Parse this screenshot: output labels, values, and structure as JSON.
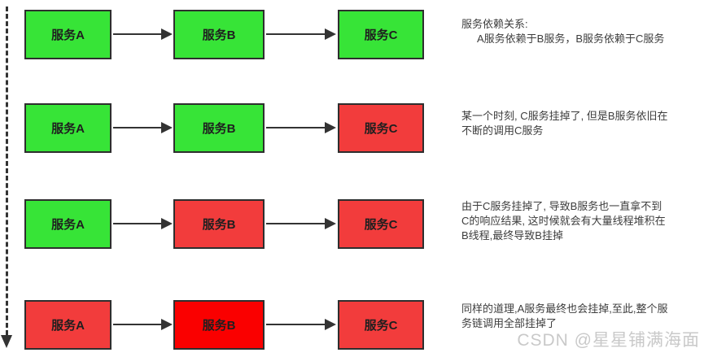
{
  "diagram": {
    "title_semantic": "service-dependency-avalanche",
    "colors": {
      "green": "#37e437",
      "red": "#f23c3c",
      "bright_red": "#fa0000",
      "border": "#2e2e2e",
      "arrow": "#333333",
      "text": "#3d3d3d",
      "watermark": "#c9c9c9"
    },
    "icons": {
      "timeline": "down-dashed-arrow-icon",
      "connector": "right-arrow-icon"
    },
    "rows": [
      {
        "boxes": [
          {
            "label": "服务A",
            "state": "up"
          },
          {
            "label": "服务B",
            "state": "up"
          },
          {
            "label": "服务C",
            "state": "up"
          }
        ],
        "lines": [
          "服务依赖关系:",
          "A服务依赖于B服务，B服务依赖于C服务"
        ]
      },
      {
        "boxes": [
          {
            "label": "服务A",
            "state": "up"
          },
          {
            "label": "服务B",
            "state": "up"
          },
          {
            "label": "服务C",
            "state": "down"
          }
        ],
        "lines": [
          "某一个时刻, C服务挂掉了, 但是B服务依旧在",
          "不断的调用C服务"
        ]
      },
      {
        "boxes": [
          {
            "label": "服务A",
            "state": "up"
          },
          {
            "label": "服务B",
            "state": "down"
          },
          {
            "label": "服务C",
            "state": "down"
          }
        ],
        "lines": [
          "由于C服务挂掉了, 导致B服务也一直拿不到",
          "C的响应结果, 这时候就会有大量线程堆积在",
          "B线程,最终导致B挂掉"
        ]
      },
      {
        "boxes": [
          {
            "label": "服务A",
            "state": "down"
          },
          {
            "label": "服务B",
            "state": "down-hard"
          },
          {
            "label": "服务C",
            "state": "down"
          }
        ],
        "lines": [
          "同样的道理,A服务最终也会挂掉,至此,整个服",
          "务链调用全部挂掉了"
        ]
      }
    ],
    "watermark": "CSDN @星星铺满海面"
  }
}
